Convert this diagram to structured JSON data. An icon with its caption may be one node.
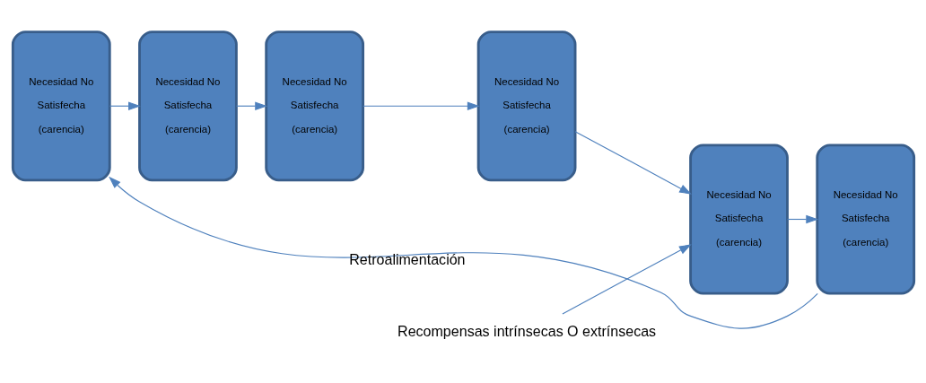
{
  "diagram": {
    "nodes": [
      {
        "text": [
          "Necesidad No Satisfecha (carencia)"
        ]
      },
      {
        "text": [
          "Necesidad No Satisfecha (carencia)"
        ]
      },
      {
        "text": [
          "Necesidad No Satisfecha (carencia)"
        ]
      },
      {
        "text": [
          "Necesidad No Satisfecha (carencia)"
        ]
      },
      {
        "text": [
          "Necesidad No Satisfecha (carencia)"
        ]
      },
      {
        "text": [
          "Necesidad No Satisfecha (carencia)"
        ]
      },
      {
        "text": [
          "Recompensas intrínsecas O extrínsecas"
        ]
      }
    ],
    "edges": [
      {
        "from": 0,
        "to": 1,
        "arrow": "to"
      },
      {
        "from": 1,
        "to": 2,
        "arrow": "to"
      },
      {
        "from": 2,
        "to": 3,
        "arrow": "to"
      },
      {
        "from": 3,
        "to": 4,
        "arrow": "to"
      },
      {
        "from": 4,
        "to": 5,
        "arrow": "to"
      },
      {
        "from": 6,
        "to": 4,
        "arrow": "to"
      },
      {
        "from": 5,
        "to": 0,
        "arrow": "to",
        "label": "Retroalimentación"
      }
    ]
  }
}
